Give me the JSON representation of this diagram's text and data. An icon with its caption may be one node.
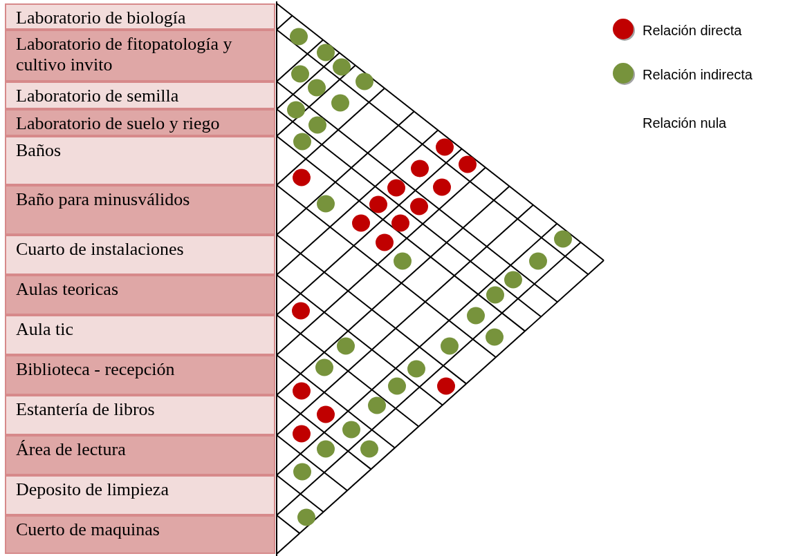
{
  "diagram": {
    "nodes": [
      {
        "text": [
          "Laboratorio de biología"
        ]
      },
      {
        "text": [
          "Laboratorio de fitopatología y cultivo invito"
        ]
      },
      {
        "text": [
          "Laboratorio  de semilla"
        ]
      },
      {
        "text": [
          "Laboratorio de suelo y riego"
        ]
      },
      {
        "text": [
          "Baños"
        ]
      },
      {
        "text": [
          "Baño para minusválidos"
        ]
      },
      {
        "text": [
          "Cuarto de instalaciones"
        ]
      },
      {
        "text": [
          "Aulas teoricas"
        ]
      },
      {
        "text": [
          "Aula tic"
        ]
      },
      {
        "text": [
          "Biblioteca  - recepción"
        ]
      },
      {
        "text": [
          "Estantería de libros"
        ]
      },
      {
        "text": [
          "Área de lectura"
        ]
      },
      {
        "text": [
          "Deposito de limpieza"
        ]
      },
      {
        "text": [
          "Cuerto de maquinas"
        ]
      }
    ],
    "legend": [
      {
        "text": "Relación directa",
        "color": "#c00000"
      },
      {
        "text": "Relación indirecta",
        "color": "#77933c"
      },
      {
        "text": "Relación nula"
      }
    ]
  }
}
